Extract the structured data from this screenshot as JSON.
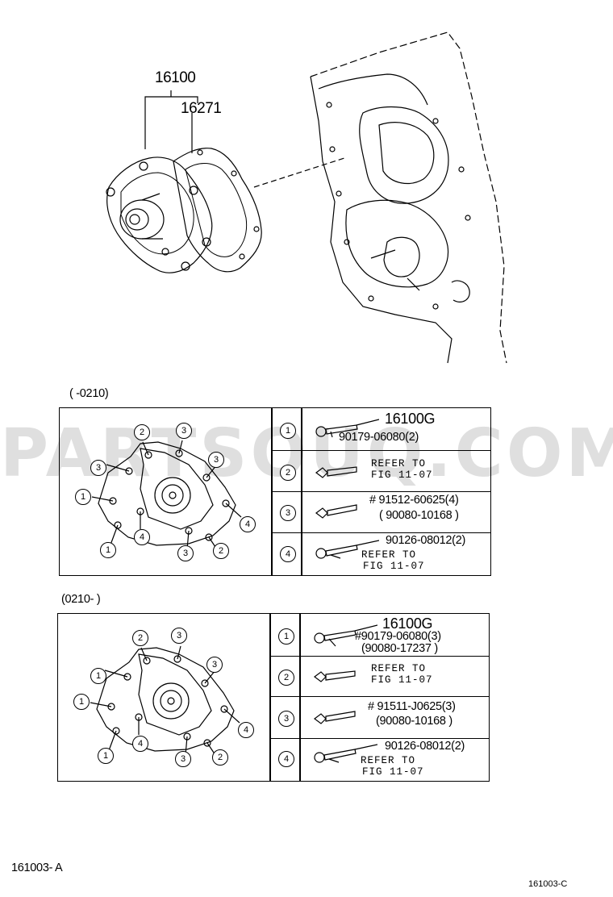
{
  "watermark": "PARTSOUQ.COM",
  "top": {
    "part_assembly": "16100",
    "part_gasket": "16271"
  },
  "section1": {
    "header": "(       -0210)",
    "rows": [
      {
        "n": "1",
        "lines": [
          "16100G",
          "90179-06080(2)"
        ]
      },
      {
        "n": "2",
        "lines": [
          "REFER TO",
          "FIG 11-07"
        ]
      },
      {
        "n": "3",
        "lines": [
          "# 91512-60625(4)",
          "( 90080-10168 )"
        ]
      },
      {
        "n": "4",
        "lines": [
          "90126-08012(2)",
          "REFER TO",
          "FIG 11-07"
        ]
      }
    ]
  },
  "section2": {
    "header": "(0210-      )",
    "rows": [
      {
        "n": "1",
        "lines": [
          "16100G",
          "#90179-06080(3)",
          "(90080-17237 )"
        ]
      },
      {
        "n": "2",
        "lines": [
          "REFER TO",
          "FIG 11-07"
        ]
      },
      {
        "n": "3",
        "lines": [
          "# 91511-J0625(3)",
          "(90080-10168 )"
        ]
      },
      {
        "n": "4",
        "lines": [
          "90126-08012(2)",
          "REFER TO",
          "FIG 11-07"
        ]
      }
    ]
  },
  "callouts": [
    "1",
    "2",
    "3",
    "4"
  ],
  "footer": {
    "left_code": "161003- A",
    "right_code": "161003-C"
  }
}
